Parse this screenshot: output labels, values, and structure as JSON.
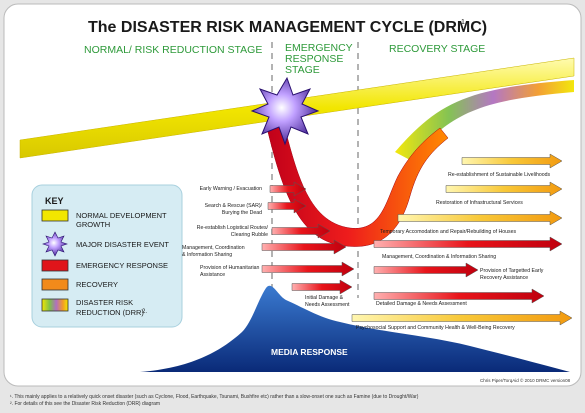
{
  "title": "The DISASTER RISK MANAGEMENT CYCLE (DRMC)",
  "title_sup": "1.",
  "stages": {
    "normal": "NORMAL/ RISK REDUCTION STAGE",
    "emergency": [
      "EMERGENCY",
      "RESPONSE",
      "STAGE"
    ],
    "recovery": "RECOVERY STAGE"
  },
  "key": {
    "heading": "KEY",
    "items": [
      {
        "label": [
          "NORMAL DEVELOPMENT",
          "GROWTH"
        ],
        "color": "#f2e600"
      },
      {
        "label": [
          "MAJOR DISASTER EVENT"
        ],
        "color": "#6a3fa0"
      },
      {
        "label": [
          "EMERGENCY RESPONSE"
        ],
        "color": "#e0151a"
      },
      {
        "label": [
          "RECOVERY"
        ],
        "color": "#f28a1a"
      },
      {
        "label": [
          "DISASTER RISK",
          "REDUCTION (DRR)"
        ],
        "sup": "2."
      }
    ]
  },
  "emergency_actions": [
    [
      "Early Warning / Evacuation"
    ],
    [
      "Search & Rescue (SAR)/",
      "Burying the Dead"
    ],
    [
      "Re-establish Logistical Routes/",
      "Clearing Rubble"
    ],
    [
      "Management, Coordination",
      "& Information Sharing"
    ],
    [
      "Provision of Humanitarian",
      "Assistance"
    ],
    [
      "Initial Damage &",
      "Needs Assessment"
    ]
  ],
  "recovery_actions": [
    [
      "Re-establishment of Sustainable Livelihoods"
    ],
    [
      "Restoration of Infrastructural Services"
    ],
    [
      "Temporary Accomodation and Repair/Rebuilding of Houses"
    ],
    [
      "Management, Coordination & Information Sharing"
    ],
    [
      "Provision of Targetted Early",
      "Recovery Assistance"
    ],
    [
      "Detailed Damage & Needs Assessment"
    ],
    [
      "Psychosocial Support and Community Health & Well-Being Recovery"
    ]
  ],
  "media_response": "MEDIA RESPONSE",
  "credit": "Chris Piper/TorqAid © 2010 DRMC version08",
  "footnotes": [
    "¹. This mainly applies to a relatively quick onset disaster (such as Cyclone, Flood, Earthquake, Tsunami, Bushfire etc) rather than a slow-onset one such as Famine (due to Drought/War)",
    "². For details of this see the Disaster Risk Reduction (DRR) diagram"
  ],
  "colors": {
    "stage_text": "#2e9a3a",
    "title": "#1a1a1a",
    "growth_band": "#f2e600",
    "emergency": "#e0151a",
    "recovery_arrow": "#f2b400",
    "media": "#1a4fa0",
    "key_bg": "#d6ecf3"
  }
}
